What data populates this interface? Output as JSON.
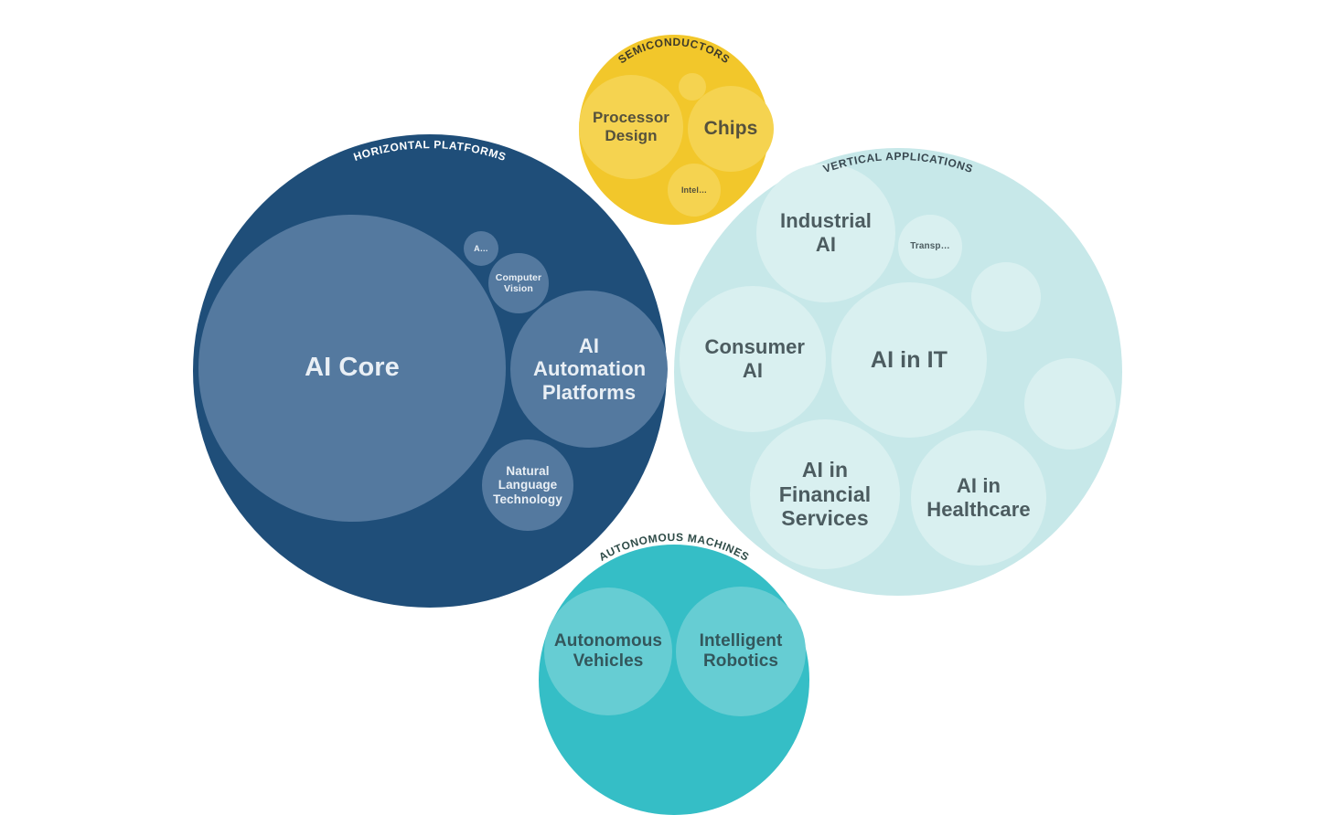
{
  "chart_data": {
    "type": "circle-packing",
    "legend_position": "none",
    "groups": [
      {
        "label": "SEMICONDUCTORS",
        "color": "#F2C72B",
        "child_color": "#F5D350",
        "label_color": "#3E3A28",
        "r": 104,
        "children": [
          {
            "label": "Processor Design",
            "r": 57
          },
          {
            "label": "Chips",
            "r": 47
          },
          {
            "label": "",
            "r": 15
          },
          {
            "label": "Intel…",
            "r": 29
          }
        ]
      },
      {
        "label": "HORIZONTAL PLATFORMS",
        "color": "#1F4E79",
        "child_color": "#54799F",
        "label_color": "#FFFFFF",
        "r": 259,
        "children": [
          {
            "label": "AI Core",
            "r": 168
          },
          {
            "label": "AI Automation Platforms",
            "r": 86
          },
          {
            "label": "A…",
            "r": 19
          },
          {
            "label": "Computer Vision",
            "r": 33
          },
          {
            "label": "Natural Language Technology",
            "r": 50
          }
        ]
      },
      {
        "label": "VERTICAL APPLICATIONS",
        "color": "#C7E8E9",
        "child_color": "#D9F0F0",
        "label_color": "#37474F",
        "r": 245,
        "children": [
          {
            "label": "Industrial AI",
            "r": 76
          },
          {
            "label": "Transp…",
            "r": 35
          },
          {
            "label": "Consumer AI",
            "r": 80
          },
          {
            "label": "AI in IT",
            "r": 85
          },
          {
            "label": "AI in Financial Services",
            "r": 82
          },
          {
            "label": "AI in Healthcare",
            "r": 74
          },
          {
            "label": "",
            "r": 38
          },
          {
            "label": "",
            "r": 50
          }
        ]
      },
      {
        "label": "AUTONOMOUS MACHINES",
        "color": "#35BEC6",
        "child_color": "#66CDD3",
        "label_color": "#2F4C48",
        "r": 148,
        "children": [
          {
            "label": "Autonomous Vehicles",
            "r": 70
          },
          {
            "label": "Intelligent Robotics",
            "r": 71
          }
        ]
      }
    ]
  }
}
